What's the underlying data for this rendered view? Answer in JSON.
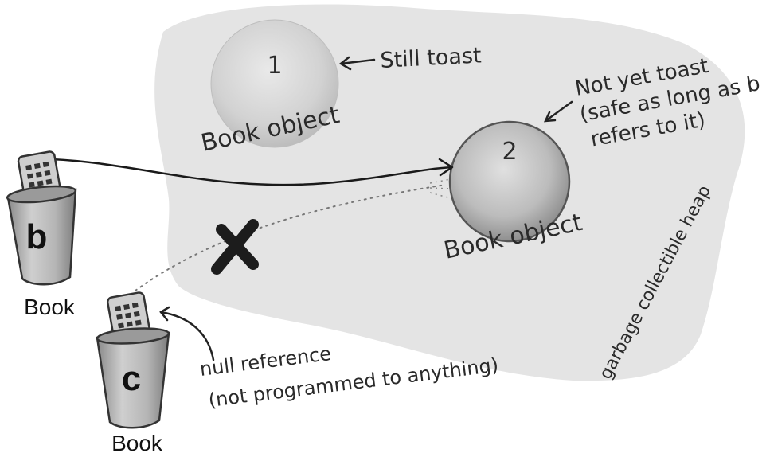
{
  "heap": {
    "label": "garbage collectible heap"
  },
  "objects": [
    {
      "number": "1",
      "label": "Book object",
      "annotation": "Still toast"
    },
    {
      "number": "2",
      "label": "Book object",
      "annotation_lines": [
        "Not yet toast",
        "(safe as long as b",
        "refers to it)"
      ]
    }
  ],
  "variables": [
    {
      "letter": "b",
      "type": "Book"
    },
    {
      "letter": "c",
      "type": "Book"
    }
  ],
  "null_note": {
    "lines": [
      "null reference",
      "(not programmed to anything)"
    ]
  }
}
